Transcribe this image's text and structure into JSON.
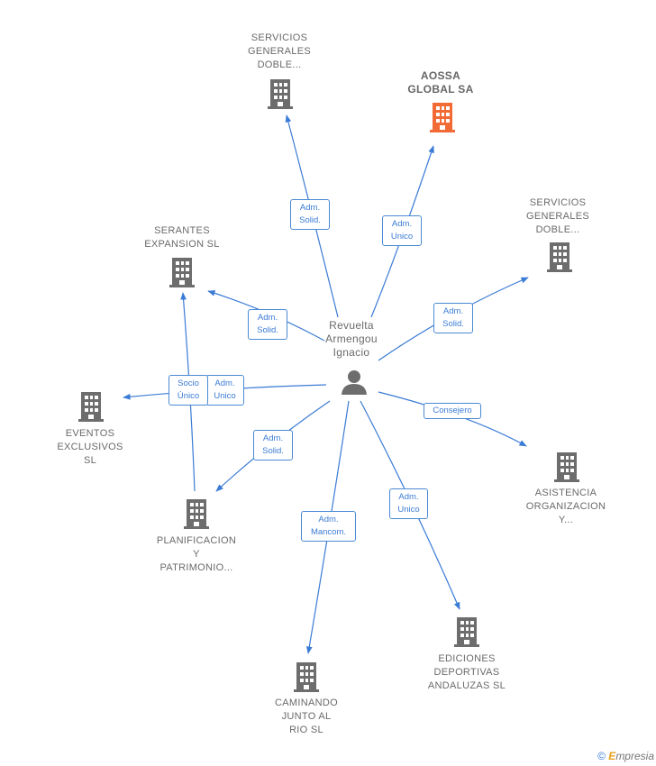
{
  "center": {
    "label": "Revuelta\nArmengou\nIgnacio",
    "icon": "person-icon"
  },
  "companies": [
    {
      "id": "sgd1",
      "label": "SERVICIOS\nGENERALES\nDOBLE...",
      "icon": "building-icon",
      "highlight": false
    },
    {
      "id": "aossa",
      "label": "AOSSA\nGLOBAL SA",
      "icon": "building-icon",
      "highlight": true
    },
    {
      "id": "sgd2",
      "label": "SERVICIOS\nGENERALES\nDOBLE...",
      "icon": "building-icon",
      "highlight": false
    },
    {
      "id": "serantes",
      "label": "SERANTES\nEXPANSION SL",
      "icon": "building-icon",
      "highlight": false
    },
    {
      "id": "eventos",
      "label": "EVENTOS\nEXCLUSIVOS\nSL",
      "icon": "building-icon",
      "highlight": false
    },
    {
      "id": "asistencia",
      "label": "ASISTENCIA\nORGANIZACION\nY...",
      "icon": "building-icon",
      "highlight": false
    },
    {
      "id": "planificacion",
      "label": "PLANIFICACION\nY\nPATRIMONIO...",
      "icon": "building-icon",
      "highlight": false
    },
    {
      "id": "ediciones",
      "label": "EDICIONES\nDEPORTIVAS\nANDALUZAS SL",
      "icon": "building-icon",
      "highlight": false
    },
    {
      "id": "caminando",
      "label": "CAMINANDO\nJUNTO AL\nRIO SL",
      "icon": "building-icon",
      "highlight": false
    }
  ],
  "relations": [
    {
      "id": "r1",
      "label": "Adm.\nSolid."
    },
    {
      "id": "r2",
      "label": "Adm.\nUnico"
    },
    {
      "id": "r3",
      "label": "Adm.\nSolid."
    },
    {
      "id": "r4",
      "label": "Adm.\nSolid."
    },
    {
      "id": "r5",
      "label": "Adm.\nUnico"
    },
    {
      "id": "r6",
      "label": "Socio\nÚnico"
    },
    {
      "id": "r7",
      "label": "Consejero"
    },
    {
      "id": "r8",
      "label": "Adm.\nSolid."
    },
    {
      "id": "r9",
      "label": "Adm.\nUnico"
    },
    {
      "id": "r10",
      "label": "Adm.\nMancom."
    }
  ],
  "colors": {
    "edge": "#3a7bd5",
    "building": "#6d6d6d",
    "highlight": "#f26a35",
    "person": "#6d6d6d"
  },
  "footer": {
    "copyright": "©",
    "brand": "mpresia",
    "brand_initial": "E"
  }
}
